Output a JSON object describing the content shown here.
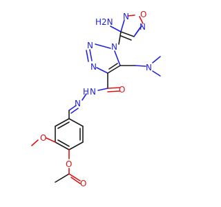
{
  "molecule": {
    "atoms": {
      "nh2": "H2N",
      "ox_n_left": "N",
      "ox_o": "O",
      "ox_n_right": "N",
      "tri_n1": "N",
      "tri_n2": "N",
      "tri_n3": "N",
      "nme2_n": "N",
      "amide_o": "O",
      "hydrazide_nh": "N",
      "hydrazide_h": "H",
      "imine_n": "N",
      "methoxy_o": "O",
      "ester_o": "O",
      "carbonyl_o": "O"
    }
  },
  "colors": {
    "carbon": "#1a1a1a",
    "nitrogen": "#2222dd",
    "oxygen": "#dd1111",
    "background": "#ffffff"
  }
}
